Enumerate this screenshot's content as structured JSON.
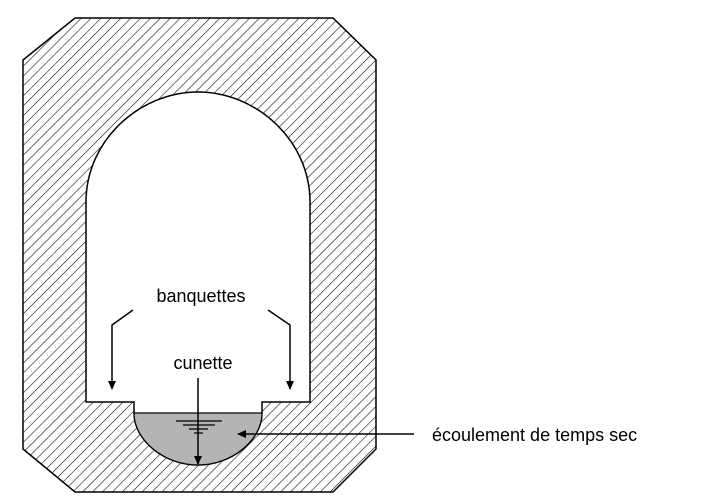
{
  "labels": {
    "banquettes": "banquettes",
    "cunette": "cunette",
    "ecoulement": "écoulement de temps sec"
  },
  "colors": {
    "hatch": "#000000",
    "outline": "#000000",
    "water": "#b4b4b4",
    "background": "#ffffff"
  }
}
